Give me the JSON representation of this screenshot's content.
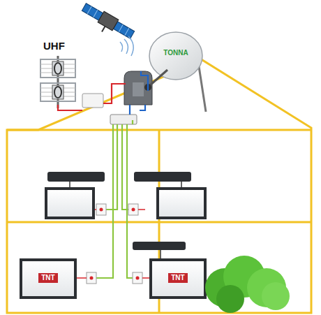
{
  "diagram": {
    "labels": [
      "UHF",
      "TONNA",
      "TNT",
      "TNT"
    ]
  }
}
